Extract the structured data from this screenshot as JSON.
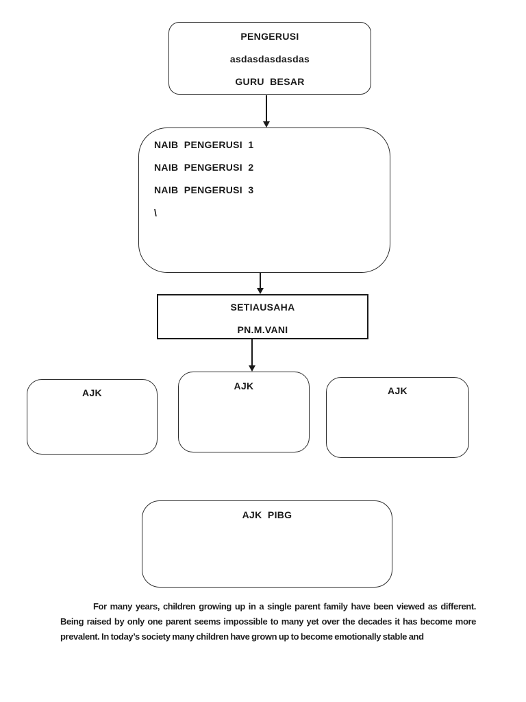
{
  "page": {
    "background_color": "#ffffff",
    "ink_color": "#1a1a1a",
    "box_border_color": "#2b2b2b"
  },
  "org_chart": {
    "pengerusi": {
      "line1": "PENGERUSI",
      "line2": "asdasdasdasdas",
      "line3": "GURU  BESAR"
    },
    "naib_pengerusi": {
      "line1": "NAIB  PENGERUSI  1",
      "line2": "NAIB  PENGERUSI  2",
      "line3": "NAIB  PENGERUSI  3",
      "line4": "\\"
    },
    "setiausaha": {
      "line1": "SETIAUSAHA",
      "line2": "PN.M.VANI"
    },
    "ajk_left": {
      "label": "AJK"
    },
    "ajk_middle": {
      "label": "AJK"
    },
    "ajk_right": {
      "label": "AJK"
    },
    "ajk_pibg": {
      "label": "AJK  PIBG"
    }
  },
  "paragraph": {
    "line1": "For many years, children growing up in a single parent family have been viewed as different.",
    "line2": "Being raised by only one parent seems impossible to many yet over the decades it has become more",
    "line3": "prevalent. In today’s society many children have grown up to become emotionally stable and"
  }
}
